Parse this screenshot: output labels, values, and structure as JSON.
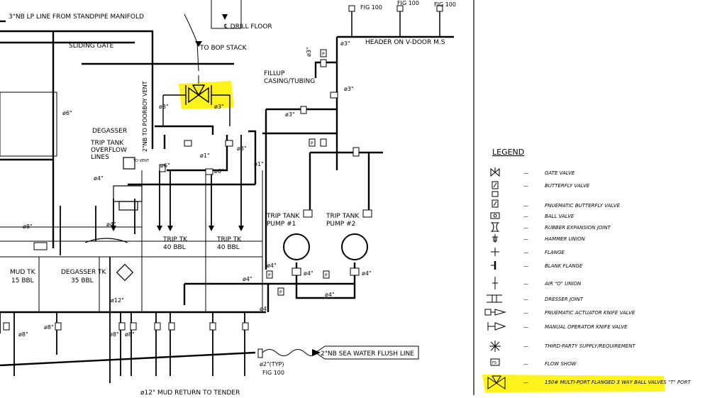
{
  "diagram": {
    "labels": {
      "lp_line": "3\"NB LP LINE FROM STANDPIPE MANIFOLD",
      "drill_floor": "℄ DRILL FLOOR",
      "fig100_a": "FIG 100",
      "fig100_b": "FIG 100",
      "fig100_c": "FIG 100",
      "header": "HEADER ON V-DOOR M.S",
      "sliding_gate": "SLIDING GATE",
      "to_bop": "TO BOP STACK",
      "fillup1": "FILLUP",
      "fillup2": "CASING/TUBING",
      "d3_a": "ø3\"",
      "d3_b": "ø3\"",
      "d3_c": "ø3\"",
      "d3_d": "ø3\"",
      "d3_e": "ø3\"",
      "d3_f": "ø3\"",
      "d3_g": "ø3\"",
      "d6_a": "ø6\"",
      "d6_b": "ø6\"",
      "d6_c": "ø6\"",
      "d1_a": "ø1\"",
      "d1_b": "ø1\"",
      "poorboy": "2\"NB TO POORBOY VENT",
      "degasser": "DEGASSER",
      "trip_overflow1": "TRIP TANK",
      "trip_overflow2": "OVERFLOW",
      "trip_overflow3": "LINES",
      "to_vent": "TO VENT",
      "d4_a": "ø4\"",
      "d4_b": "ø4\"",
      "d4_c": "ø4\"",
      "d4_d": "ø4\"",
      "d4_e": "ø4\"",
      "d4_f": "ø4\"",
      "d4_g": "ø4\"",
      "d4_h": "ø4\"",
      "d8_a": "ø8\"",
      "d8_b": "ø8\"",
      "d8_c": "ø8\"",
      "d8_d": "ø8\"",
      "d8_e": "ø8\"",
      "d12": "ø12\"",
      "trip_tk1_a": "TRIP TK",
      "trip_tk1_b": "40 BBL",
      "trip_tk2_a": "TRIP TK",
      "trip_tk2_b": "40 BBL",
      "pump1_a": "TRIP TANK",
      "pump1_b": "PUMP #1",
      "pump2_a": "TRIP TANK",
      "pump2_b": "PUMP #2",
      "mud_tk_a": "MUD TK",
      "mud_tk_b": "15 BBL",
      "degasser_tk_a": "DEGASSER TK",
      "degasser_tk_b": "35 BBL",
      "sea_water": "2\"NB SEA WATER FLUSH LINE",
      "typ1": "ø2\"(TYP)",
      "typ2": "FIG 100",
      "mud_return": "ø12\" MUD RETURN TO TENDER",
      "p": "P"
    },
    "legend": {
      "title": "LEGEND",
      "dash": "—",
      "items": [
        {
          "icon": "gate-valve-icon",
          "text": "GATE VALVE"
        },
        {
          "icon": "butterfly-valve-icon",
          "text": "BUTTERFLY VALVE"
        },
        {
          "icon": "pneumatic-butterfly-valve-icon",
          "text": "PNUEMATIC BUTTERFLY VALVE"
        },
        {
          "icon": "ball-valve-icon",
          "text": "BALL VALVE"
        },
        {
          "icon": "rubber-expansion-joint-icon",
          "text": "RUBBER EXPANSION JOINT"
        },
        {
          "icon": "hammer-union-icon",
          "text": "HAMMER UNION"
        },
        {
          "icon": "flange-icon",
          "text": "FLANGE"
        },
        {
          "icon": "blank-flange-icon",
          "text": "BLANK FLANGE"
        },
        {
          "icon": "air-o-union-icon",
          "text": "AIR \"O\" UNION"
        },
        {
          "icon": "dresser-joint-icon",
          "text": "DRESSER JOINT"
        },
        {
          "icon": "pneumatic-knife-valve-icon",
          "text": "PNUEMATIC ACTUATOR KNIFE VALVE"
        },
        {
          "icon": "manual-knife-valve-icon",
          "text": "MANUAL OPERATOR KNIFE VALVE"
        },
        {
          "icon": "third-party-icon",
          "text": "THIRD-PARTY SUPPLY/REQUIREMENT"
        },
        {
          "icon": "flow-show-icon",
          "text": "FLOW SHOW",
          "symbol": "FS"
        },
        {
          "icon": "three-way-ball-valve-icon",
          "text": "150# MULTI-PORT FLANGED 3 WAY BALL VALVES \"T\" PORT"
        }
      ]
    },
    "highlight_color": "#fff200"
  }
}
